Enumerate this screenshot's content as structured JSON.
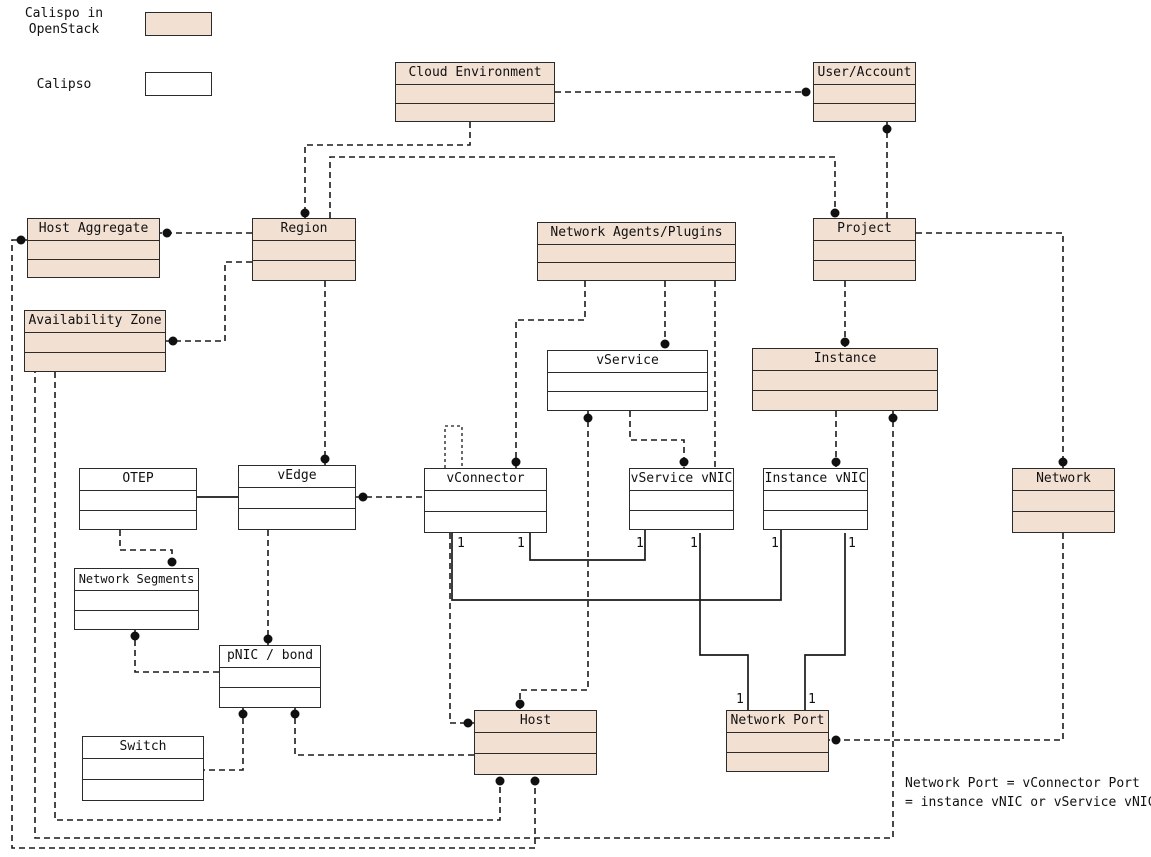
{
  "colors": {
    "openstack_fill": "#f2e0d3",
    "calipso_fill": "#ffffff",
    "border": "#2b2b2b",
    "line": "#1a1a1a"
  },
  "legend": {
    "openstack": {
      "label_line1": "Calispo in",
      "label_line2": "OpenStack",
      "family": "openstack"
    },
    "calipso": {
      "label": "Calipso",
      "family": "calipso"
    }
  },
  "labels": {
    "one": "1"
  },
  "annotation": {
    "line1": "Network Port = vConnector Port",
    "line2": "= instance vNIC or vService vNIC"
  },
  "nodes": {
    "cloud_environment": {
      "label": "Cloud Environment",
      "family": "openstack"
    },
    "user_account": {
      "label": "User/Account",
      "family": "openstack"
    },
    "host_aggregate": {
      "label": "Host Aggregate",
      "family": "openstack"
    },
    "region": {
      "label": "Region",
      "family": "openstack"
    },
    "network_agents": {
      "label": "Network Agents/Plugins",
      "family": "openstack"
    },
    "project": {
      "label": "Project",
      "family": "openstack"
    },
    "availability_zone": {
      "label": "Availability Zone",
      "family": "openstack"
    },
    "vservice": {
      "label": "vService",
      "family": "calipso"
    },
    "instance": {
      "label": "Instance",
      "family": "openstack"
    },
    "otep": {
      "label": "OTEP",
      "family": "calipso"
    },
    "vedge": {
      "label": "vEdge",
      "family": "calipso"
    },
    "vconnector": {
      "label": "vConnector",
      "family": "calipso"
    },
    "vservice_vnic": {
      "label": "vService vNIC",
      "family": "calipso"
    },
    "instance_vnic": {
      "label": "Instance vNIC",
      "family": "calipso"
    },
    "network": {
      "label": "Network",
      "family": "openstack"
    },
    "network_segments": {
      "label": "Network Segments",
      "family": "calipso"
    },
    "pnic_bond": {
      "label": "pNIC / bond",
      "family": "calipso"
    },
    "host": {
      "label": "Host",
      "family": "openstack"
    },
    "switch": {
      "label": "Switch",
      "family": "calipso"
    },
    "network_port": {
      "label": "Network Port",
      "family": "openstack"
    }
  },
  "edges": [
    {
      "from": "cloud_environment",
      "to": "user_account",
      "style": "dashed",
      "dot": "to"
    },
    {
      "from": "cloud_environment",
      "to": "region",
      "style": "dashed",
      "dot": "to"
    },
    {
      "from": "region",
      "to": "project",
      "style": "dashed",
      "dot": "to"
    },
    {
      "from": "user_account",
      "to": "project",
      "style": "dashed",
      "dot": "from"
    },
    {
      "from": "region",
      "to": "host_aggregate",
      "style": "dashed",
      "dot": "to"
    },
    {
      "from": "region",
      "to": "availability_zone",
      "style": "dashed",
      "dot": "to"
    },
    {
      "from": "project",
      "to": "instance",
      "style": "dashed",
      "dot": "to"
    },
    {
      "from": "network_agents",
      "to": "vservice",
      "style": "dashed",
      "dot": "to"
    },
    {
      "from": "network_agents",
      "to": "vconnector",
      "style": "dashed",
      "dot": "to"
    },
    {
      "from": "network_agents",
      "to": "vservice_vnic",
      "style": "dashed",
      "dot": "none"
    },
    {
      "from": "vservice",
      "to": "vservice_vnic",
      "style": "dashed",
      "dot": "to"
    },
    {
      "from": "instance",
      "to": "instance_vnic",
      "style": "dashed",
      "dot": "to"
    },
    {
      "from": "instance",
      "to": "availability_zone",
      "style": "dashed",
      "dot": "from"
    },
    {
      "from": "region",
      "to": "vedge",
      "style": "dashed",
      "dot": "to"
    },
    {
      "from": "vedge",
      "to": "vconnector",
      "style": "dashed",
      "dot": "from"
    },
    {
      "from": "otep",
      "to": "vedge",
      "style": "solid",
      "dot": "none"
    },
    {
      "from": "otep",
      "to": "network_segments",
      "style": "dashed",
      "dot": "to"
    },
    {
      "from": "network_segments",
      "to": "pnic_bond",
      "style": "dashed",
      "dot": "from"
    },
    {
      "from": "vedge",
      "to": "pnic_bond",
      "style": "dashed",
      "dot": "to"
    },
    {
      "from": "pnic_bond",
      "to": "switch",
      "style": "dashed",
      "dot": "from"
    },
    {
      "from": "pnic_bond",
      "to": "host",
      "style": "dashed",
      "dot": "from"
    },
    {
      "from": "vconnector",
      "to": "host",
      "style": "dashed",
      "dot": "to"
    },
    {
      "from": "vservice",
      "to": "host",
      "style": "dashed",
      "dot": "both"
    },
    {
      "from": "network",
      "to": "network_port",
      "style": "dashed",
      "dot": "to"
    },
    {
      "from": "project",
      "to": "network",
      "style": "dashed",
      "dot": "to"
    },
    {
      "from": "availability_zone",
      "to": "host",
      "style": "dashed",
      "dot": "to"
    },
    {
      "from": "host_aggregate",
      "to": "host",
      "style": "dashed",
      "dot": "both"
    },
    {
      "from": "vconnector",
      "to": "vconnector",
      "style": "dotted-self",
      "dot": "none"
    },
    {
      "from": "vconnector",
      "to": "instance_vnic",
      "style": "solid",
      "dot": "none",
      "from_label": "1",
      "to_label": "1"
    },
    {
      "from": "vconnector",
      "to": "vservice_vnic",
      "style": "solid",
      "dot": "none",
      "from_label": "1",
      "to_label": "1"
    },
    {
      "from": "vservice_vnic",
      "to": "network_port",
      "style": "solid",
      "dot": "none",
      "from_label": "1",
      "to_label": "1"
    },
    {
      "from": "instance_vnic",
      "to": "network_port",
      "style": "solid",
      "dot": "none",
      "from_label": "1",
      "to_label": "1"
    }
  ]
}
